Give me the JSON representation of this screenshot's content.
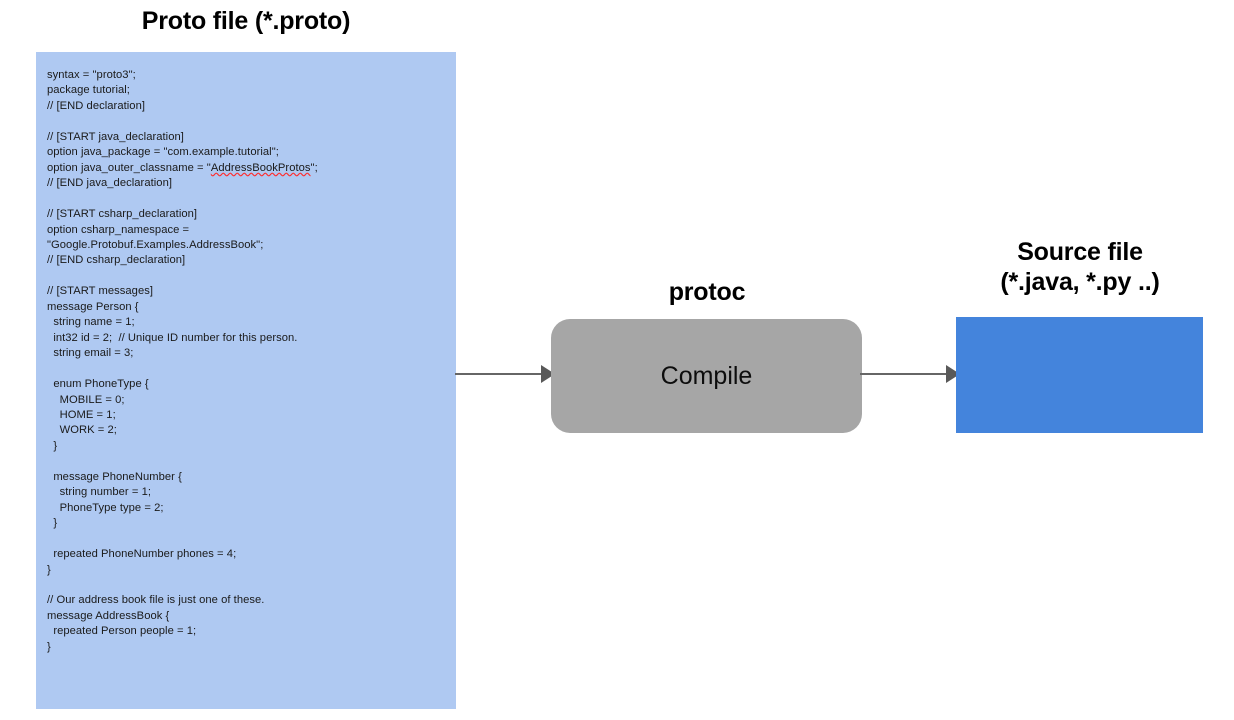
{
  "diagram": {
    "title": "Protocol Buffers compilation flow",
    "background_color": "#ffffff"
  },
  "proto_panel": {
    "title": "Proto file (*.proto)",
    "box_color": "#afc9f2",
    "text_color": "#1a1a1a",
    "code_lines": [
      "syntax = \"proto3\";",
      "package tutorial;",
      "// [END declaration]",
      "",
      "// [START java_declaration]",
      "option java_package = \"com.example.tutorial\";",
      "option java_outer_classname = \"AddressBookProtos\";",
      "// [END java_declaration]",
      "",
      "// [START csharp_declaration]",
      "option csharp_namespace =",
      "\"Google.Protobuf.Examples.AddressBook\";",
      "// [END csharp_declaration]",
      "",
      "// [START messages]",
      "message Person {",
      "  string name = 1;",
      "  int32 id = 2;  // Unique ID number for this person.",
      "  string email = 3;",
      "",
      "  enum PhoneType {",
      "    MOBILE = 0;",
      "    HOME = 1;",
      "    WORK = 2;",
      "  }",
      "",
      "  message PhoneNumber {",
      "    string number = 1;",
      "    PhoneType type = 2;",
      "  }",
      "",
      "  repeated PhoneNumber phones = 4;",
      "}",
      "",
      "// Our address book file is just one of these.",
      "message AddressBook {",
      "  repeated Person people = 1;",
      "}"
    ],
    "misspelled_word": "AddressBookProtos"
  },
  "compiler": {
    "title": "protoc",
    "button_label": "Compile",
    "box_color": "#a6a6a6"
  },
  "source_panel": {
    "title": "Source file\n(*.java, *.py ..)",
    "box_color": "#4484dc"
  },
  "arrows": {
    "color": "#666666",
    "first": "proto-file-to-protoc",
    "second": "protoc-to-source-file"
  }
}
